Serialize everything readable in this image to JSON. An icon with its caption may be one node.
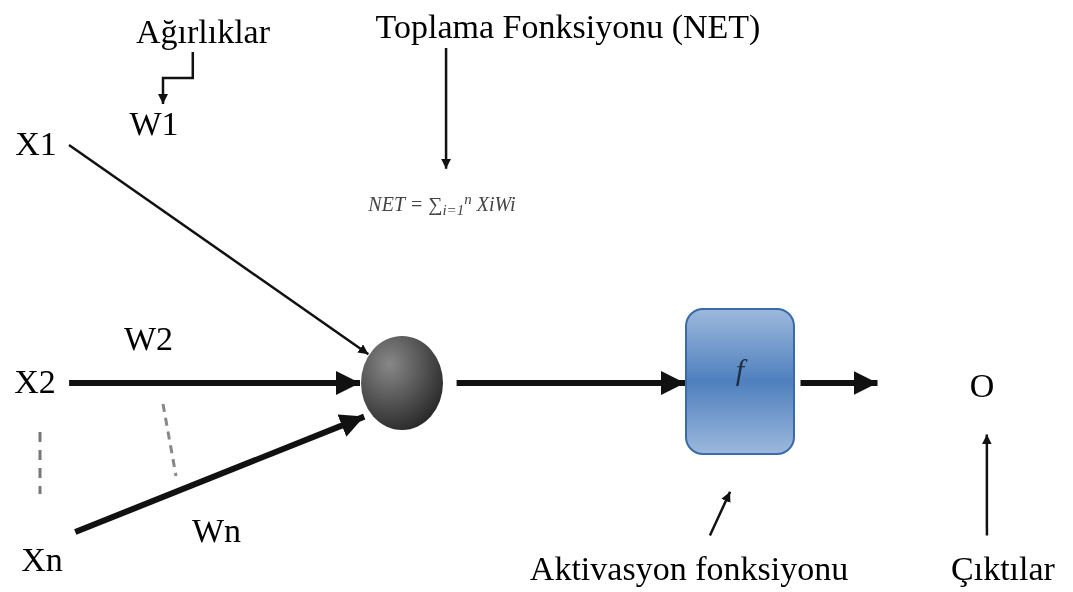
{
  "diagram": {
    "nodes": [
      {
        "text": [
          "Ağırlıklar"
        ]
      },
      {
        "text": [
          "Toplama Fonksiyonu (NET)"
        ]
      },
      {
        "text": [
          "W1"
        ]
      },
      {
        "text": [
          "X1"
        ]
      },
      {
        "text": [
          "NET = ∑$_{i=1}$$^{n}$ XiWi"
        ]
      },
      {
        "text": [
          "X2"
        ]
      },
      {
        "text": [],
        "shape": "circle"
      },
      {
        "text": [
          "f"
        ]
      },
      {
        "text": [
          "O"
        ]
      },
      {
        "text": [
          "Xn"
        ]
      },
      {
        "text": [
          "Aktivasyon fonksiyonu"
        ]
      },
      {
        "text": [
          "Çıktılar"
        ]
      }
    ],
    "edges": [
      {
        "from": 0,
        "to": 2,
        "arrow": "to"
      },
      {
        "from": 1,
        "to": 4,
        "arrow": "to"
      },
      {
        "from": 3,
        "to": 6,
        "arrow": "to"
      },
      {
        "from": 5,
        "to": 6,
        "arrow": "to",
        "style": "thick"
      },
      {
        "from": 9,
        "to": 6,
        "arrow": "to",
        "style": "thick"
      },
      {
        "from": 6,
        "to": 7,
        "arrow": "to",
        "style": "thick"
      },
      {
        "from": 7,
        "to": null,
        "arrow": "to",
        "style": "thick"
      },
      {
        "from": 10,
        "to": 7,
        "arrow": "to"
      },
      {
        "from": 11,
        "to": 8,
        "arrow": "to"
      }
    ],
    "labels": [
      "W2",
      "Wn"
    ]
  }
}
